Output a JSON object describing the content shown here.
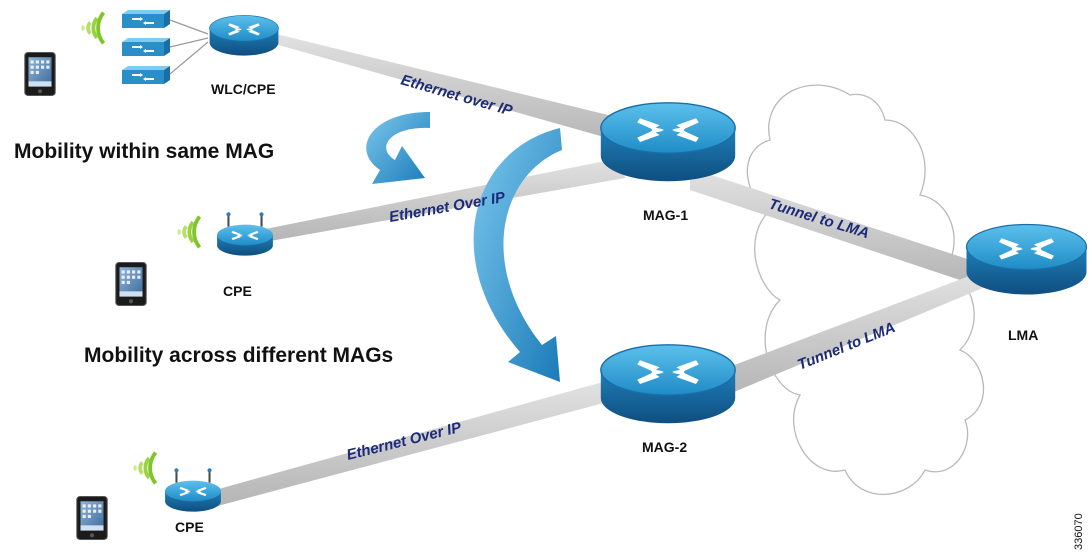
{
  "captions": {
    "same_mag": "Mobility  within same MAG",
    "different_mags": "Mobility  across different MAGs"
  },
  "nodes": {
    "wlc_cpe": "WLC/CPE",
    "cpe_middle": "CPE",
    "cpe_bottom": "CPE",
    "mag1": "MAG-1",
    "mag2": "MAG-2",
    "lma": "LMA"
  },
  "links": {
    "wlc_to_mag1": "Ethernet over IP",
    "cpe_to_mag1": "Ethernet Over IP",
    "cpe_to_mag2": "Ethernet Over IP",
    "mag1_to_lma": "Tunnel to LMA",
    "mag2_to_lma": "Tunnel to LMA"
  },
  "figure_id": "336070",
  "icons": [
    "tablet-icon",
    "wireless-signal-icon",
    "access-point-icon",
    "router-icon",
    "cloud-icon",
    "curved-arrow-icon"
  ],
  "colors": {
    "router_top": "#2b9bd3",
    "router_side": "#1a6ea8",
    "link": "#c4c4c4",
    "link_text": "#1c2a78",
    "arrow": "#2a90c8",
    "signal": "#7fc62b"
  }
}
